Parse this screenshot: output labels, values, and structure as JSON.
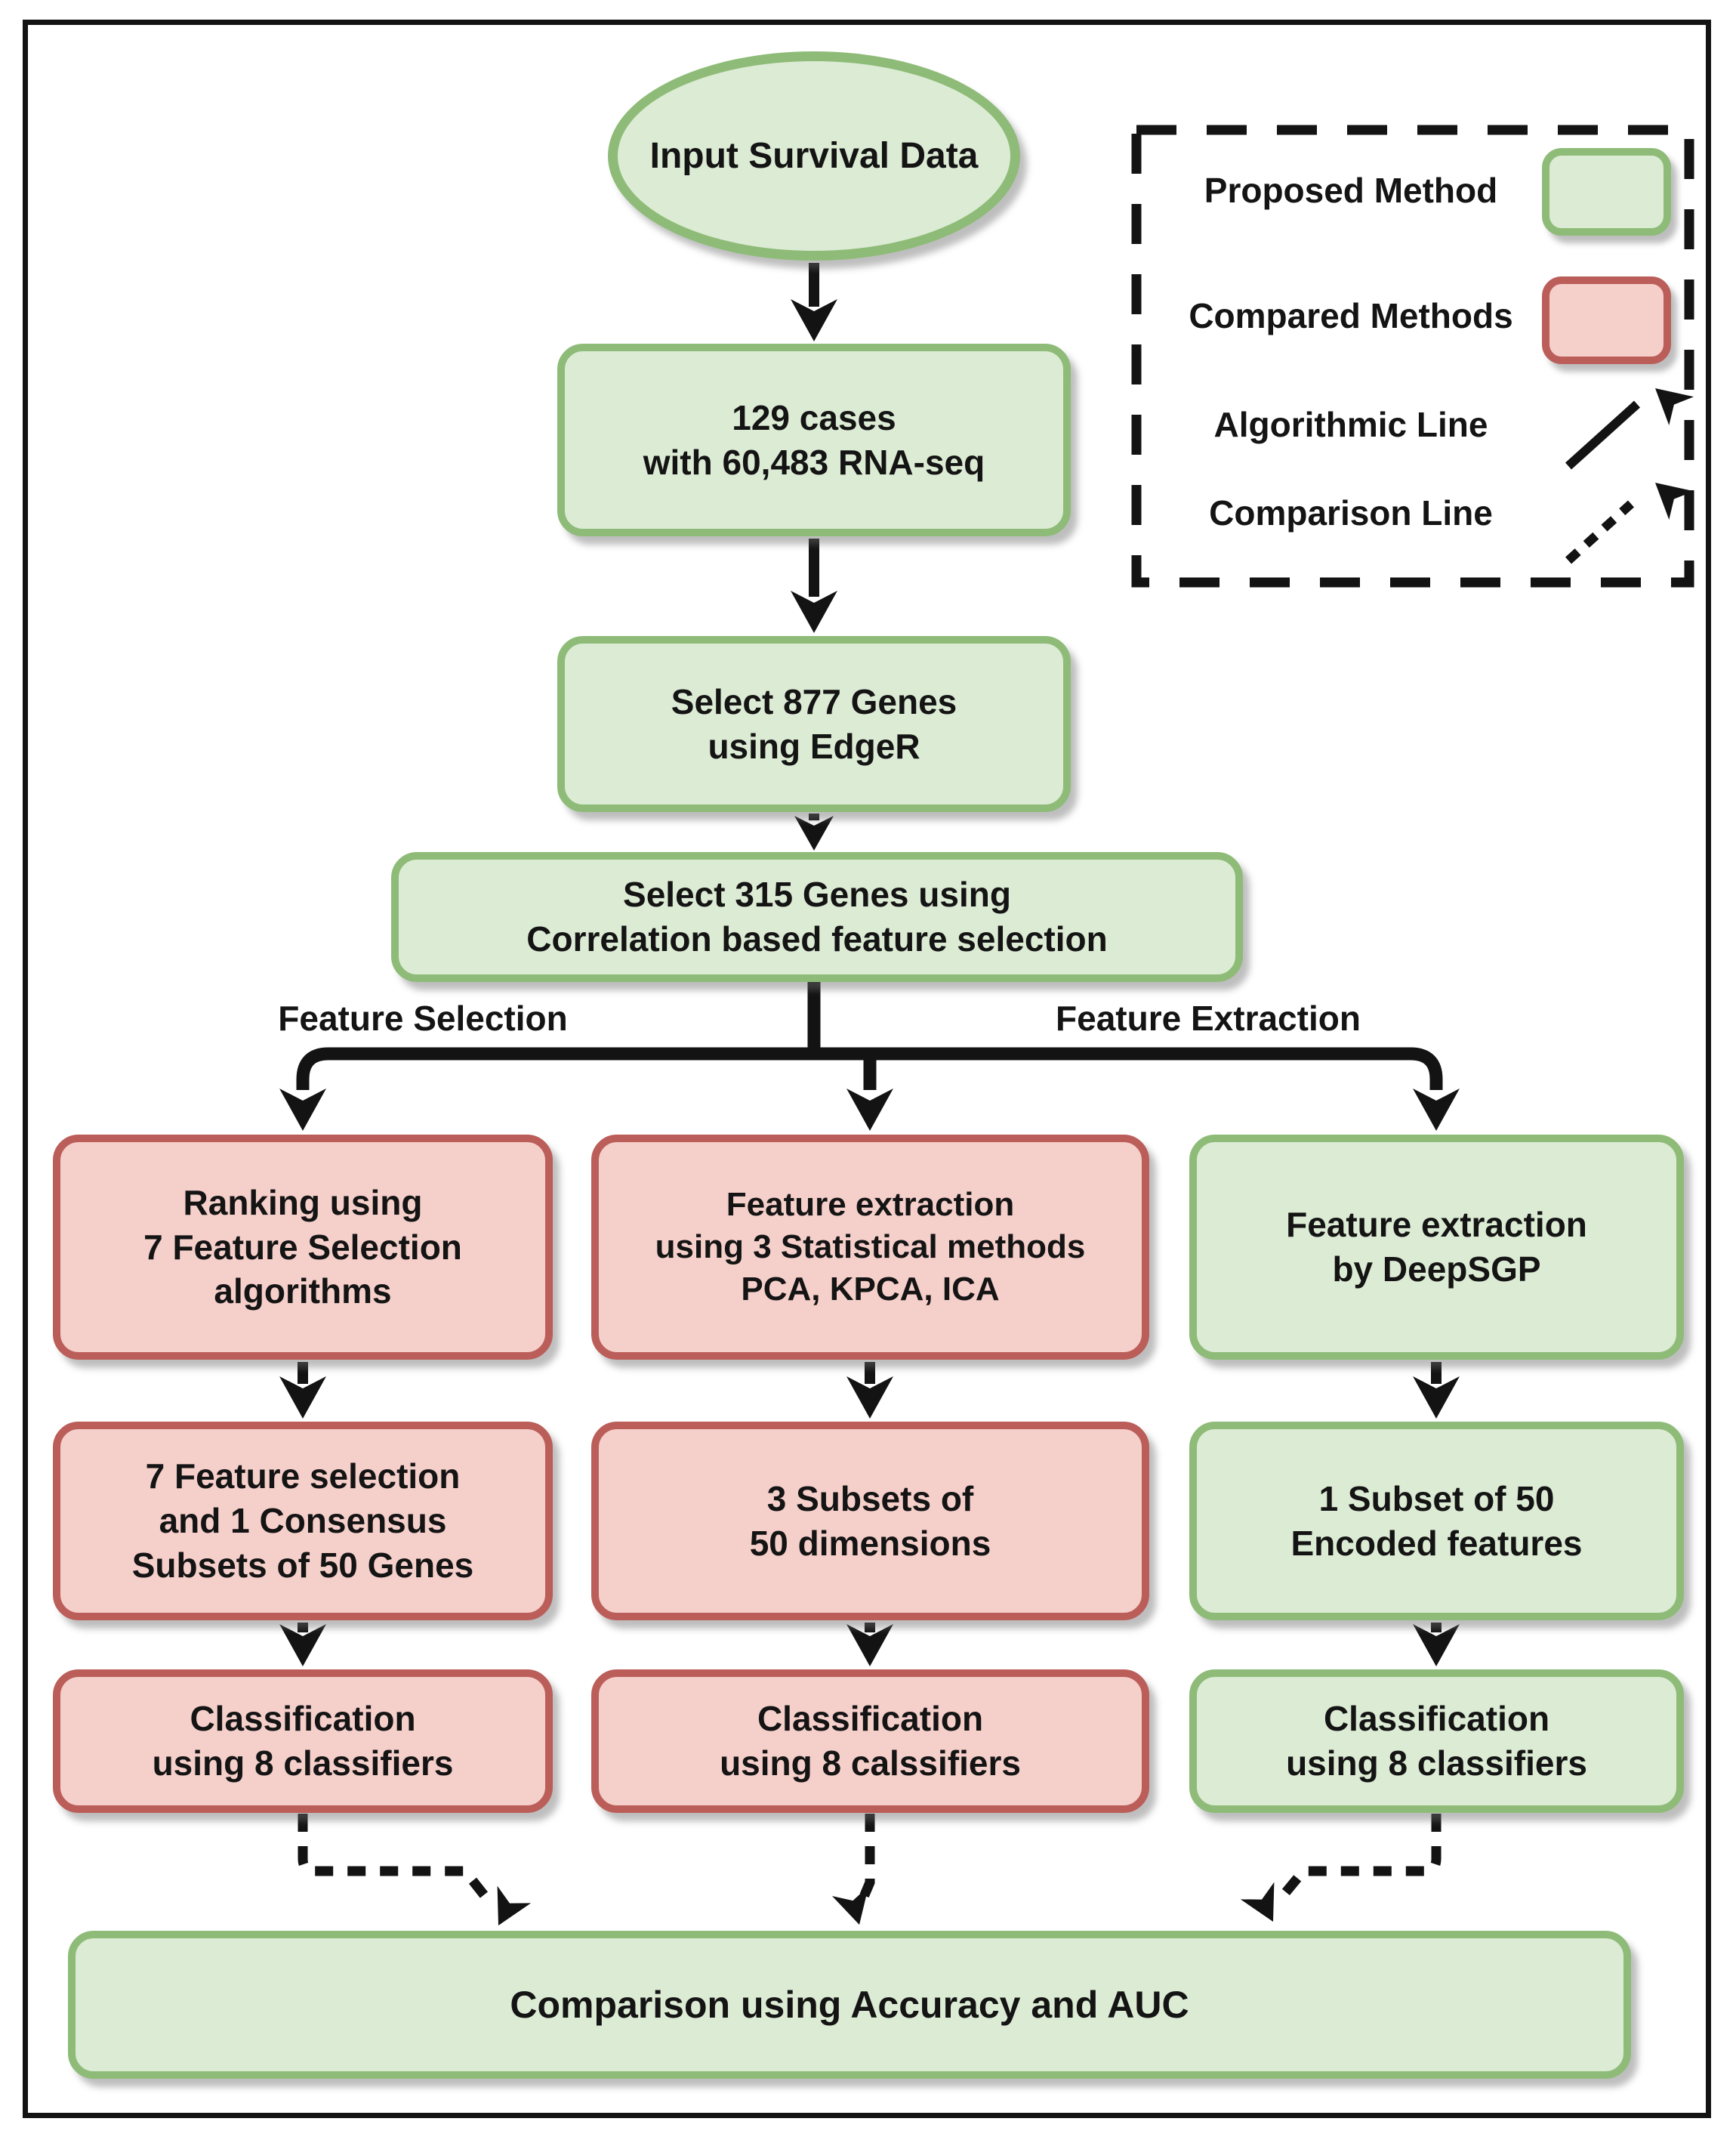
{
  "colors": {
    "proposed_fill": "#dcebd4",
    "proposed_border": "#8ebc78",
    "compared_fill": "#f5cfca",
    "compared_border": "#bb5e5a",
    "connector": "#131313",
    "text": "#141414"
  },
  "flowchart": {
    "start": "Input Survival Data",
    "dataset": "129 cases\nwith 60,483 RNA-seq",
    "edger": "Select 877 Genes\nusing EdgeR",
    "cfs": "Select 315 Genes using\nCorrelation based feature selection",
    "branch_left_label": "Feature Selection",
    "branch_right_label": "Feature Extraction",
    "columns": [
      {
        "name": "feature-selection",
        "style": "compared",
        "steps": [
          "Ranking using\n7 Feature Selection\nalgorithms",
          "7 Feature selection\nand 1 Consensus\nSubsets of 50 Genes",
          "Classification\nusing 8 classifiers"
        ]
      },
      {
        "name": "statistical-extraction",
        "style": "compared",
        "steps": [
          "Feature extraction\nusing 3 Statistical methods\nPCA, KPCA, ICA",
          "3 Subsets of\n50 dimensions",
          "Classification\nusing 8 calssifiers"
        ]
      },
      {
        "name": "deepsgp-extraction",
        "style": "proposed",
        "steps": [
          "Feature extraction\nby DeepSGP",
          "1 Subset of 50\nEncoded features",
          "Classification\nusing 8 classifiers"
        ]
      }
    ],
    "final": "Comparison using Accuracy and AUC"
  },
  "legend": {
    "items": [
      {
        "label": "Proposed Method",
        "symbol": "green-box"
      },
      {
        "label": "Compared Methods",
        "symbol": "red-box"
      },
      {
        "label": "Algorithmic Line",
        "symbol": "solid-arrow"
      },
      {
        "label": "Comparison Line",
        "symbol": "dashed-arrow"
      }
    ]
  }
}
